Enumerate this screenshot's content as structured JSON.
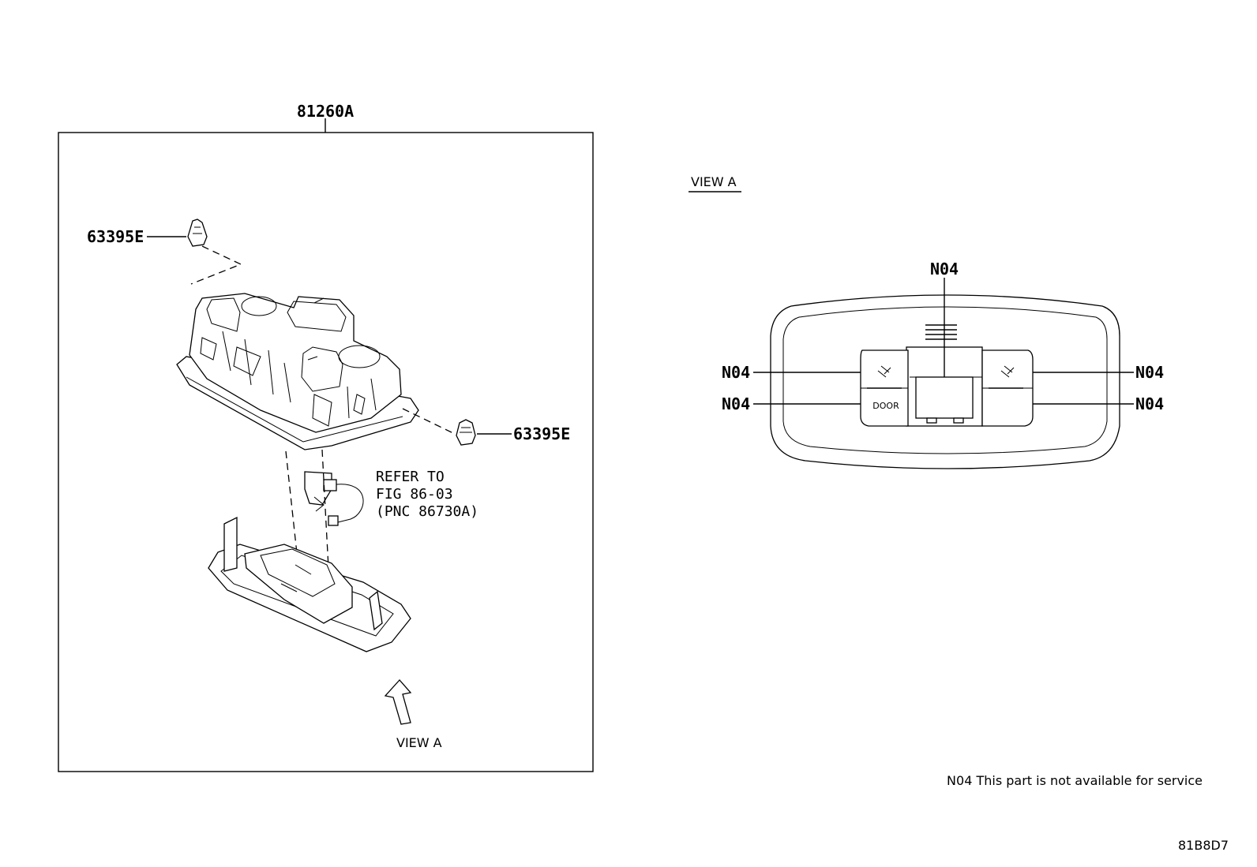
{
  "assembly_label": "81260A",
  "clip_label_top": "63395E",
  "clip_label_right": "63395E",
  "refer_note": [
    "REFER TO",
    "FIG 86-03",
    "(PNC 86730A)"
  ],
  "view_arrow_label": "VIEW A",
  "view_title": "VIEW A",
  "view_callouts": {
    "top": "N04",
    "left_upper": "N04",
    "left_lower": "N04",
    "right_upper": "N04",
    "right_lower": "N04"
  },
  "door_button_label": "DOOR",
  "footnote": "N04 This part is not available for service",
  "figure_code": "81B8D7"
}
